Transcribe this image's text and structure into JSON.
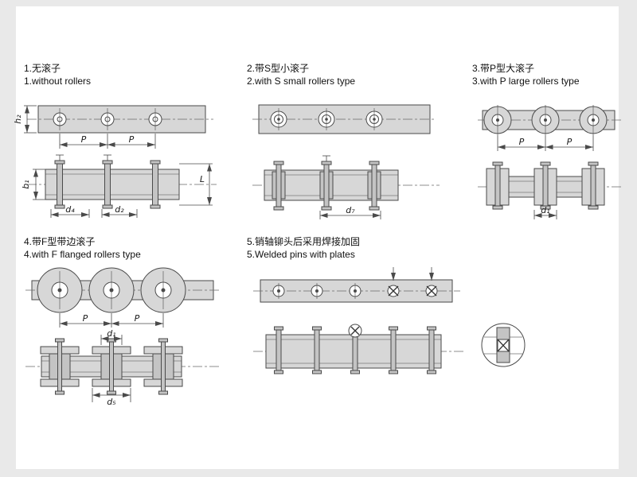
{
  "page": {
    "background": "#e9e9e9",
    "panel_background": "#ffffff",
    "line_color": "#4a4a4a",
    "fill_color": "#d7d7d7"
  },
  "sections": {
    "s1": {
      "title_zh": "1.无滚子",
      "title_en": "1.without rollers",
      "dims": {
        "h2": "h₂",
        "p1": "P",
        "p2": "P",
        "b1": "b₁",
        "d4": "d₄",
        "d2": "d₂",
        "L": "L"
      }
    },
    "s2": {
      "title_zh": "2.带S型小滚子",
      "title_en": "2.with S small rollers type",
      "dims": {
        "d7": "d₇"
      }
    },
    "s3": {
      "title_zh": "3.带P型大滚子",
      "title_en": "3.with P large rollers type",
      "dims": {
        "p1": "P",
        "p2": "P",
        "d1": "d₁"
      }
    },
    "s4": {
      "title_zh": "4.带F型带边滚子",
      "title_en": "4.with F flanged rollers type",
      "dims": {
        "p1": "P",
        "p2": "P",
        "d1": "d₁",
        "d5": "d₅"
      }
    },
    "s5": {
      "title_zh": "5.销轴铆头后采用焊接加固",
      "title_en": "5.Welded pins with plates"
    }
  }
}
